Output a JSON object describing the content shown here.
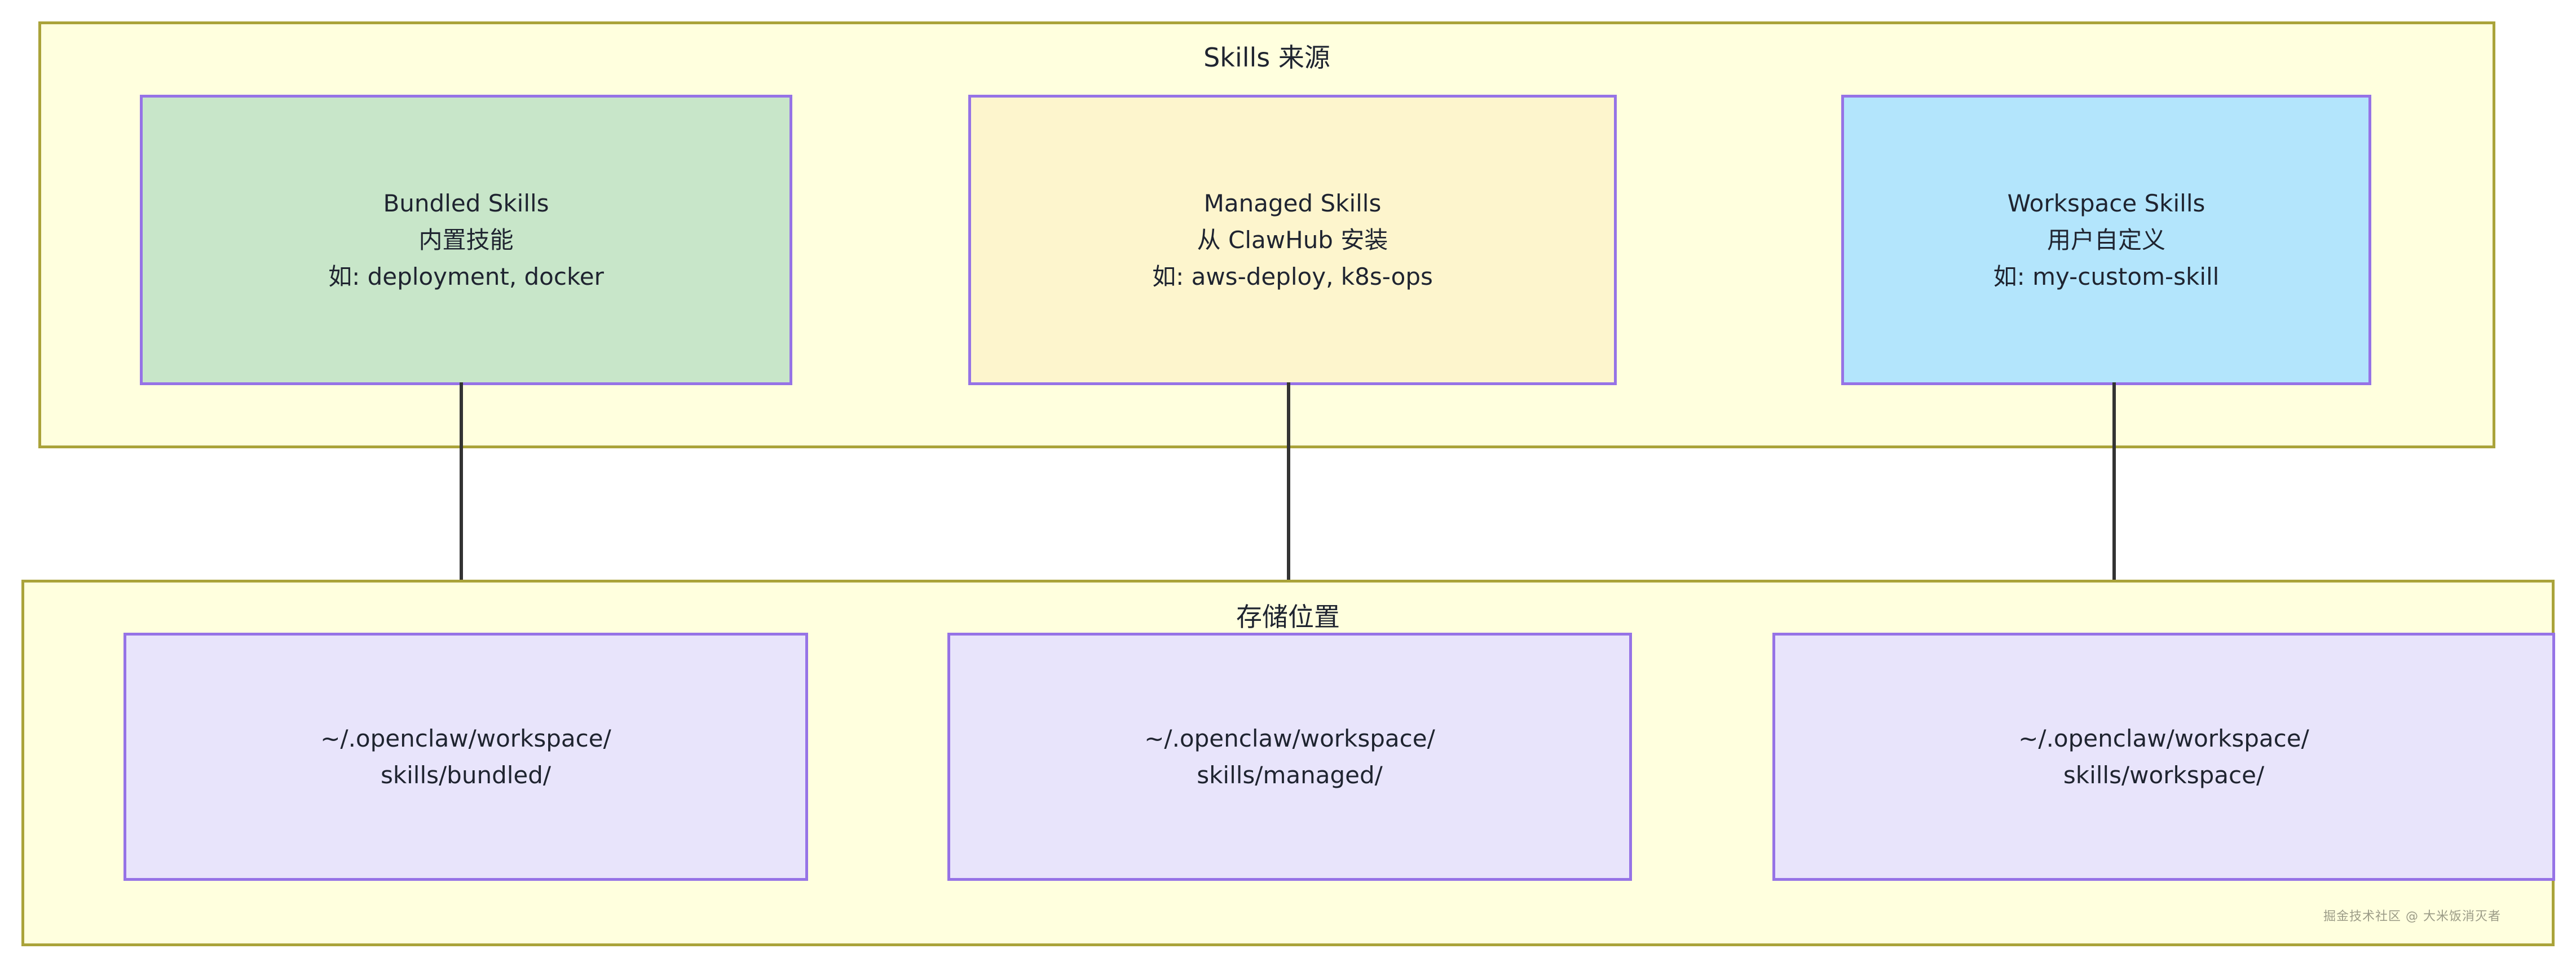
{
  "diagram": {
    "title_sources": "Skills 来源",
    "title_storage": "存储位置",
    "watermark": "掘金技术社区 @ 大米饭消灭者",
    "colors": {
      "group_border": "#aaa33a",
      "group_fill": "#ffffde",
      "node_border": "#9673e6",
      "bundled_fill": "#c8e6c9",
      "managed_fill": "#fdf5cd",
      "workspace_fill": "#b3e5fc",
      "path_fill": "#e8e4fb",
      "arrow": "#333333",
      "text": "#1f2430"
    },
    "sources": [
      {
        "id": "bundled",
        "title": "Bundled Skills",
        "subtitle": "内置技能",
        "example": "如: deployment, docker"
      },
      {
        "id": "managed",
        "title": "Managed Skills",
        "subtitle": "从 ClawHub 安装",
        "example": "如: aws-deploy, k8s-ops"
      },
      {
        "id": "workspace",
        "title": "Workspace Skills",
        "subtitle": "用户自定义",
        "example": "如: my-custom-skill"
      }
    ],
    "storage": [
      {
        "id": "bundled-path",
        "line1": "~/.openclaw/workspace/",
        "line2": "skills/bundled/"
      },
      {
        "id": "managed-path",
        "line1": "~/.openclaw/workspace/",
        "line2": "skills/managed/"
      },
      {
        "id": "workspace-path",
        "line1": "~/.openclaw/workspace/",
        "line2": "skills/workspace/"
      }
    ],
    "edges": [
      {
        "id": "bundled-to-path",
        "from": "bundled",
        "to": "bundled-path"
      },
      {
        "id": "managed-to-path",
        "from": "managed",
        "to": "managed-path"
      },
      {
        "id": "workspace-to-path",
        "from": "workspace",
        "to": "workspace-path"
      }
    ]
  }
}
